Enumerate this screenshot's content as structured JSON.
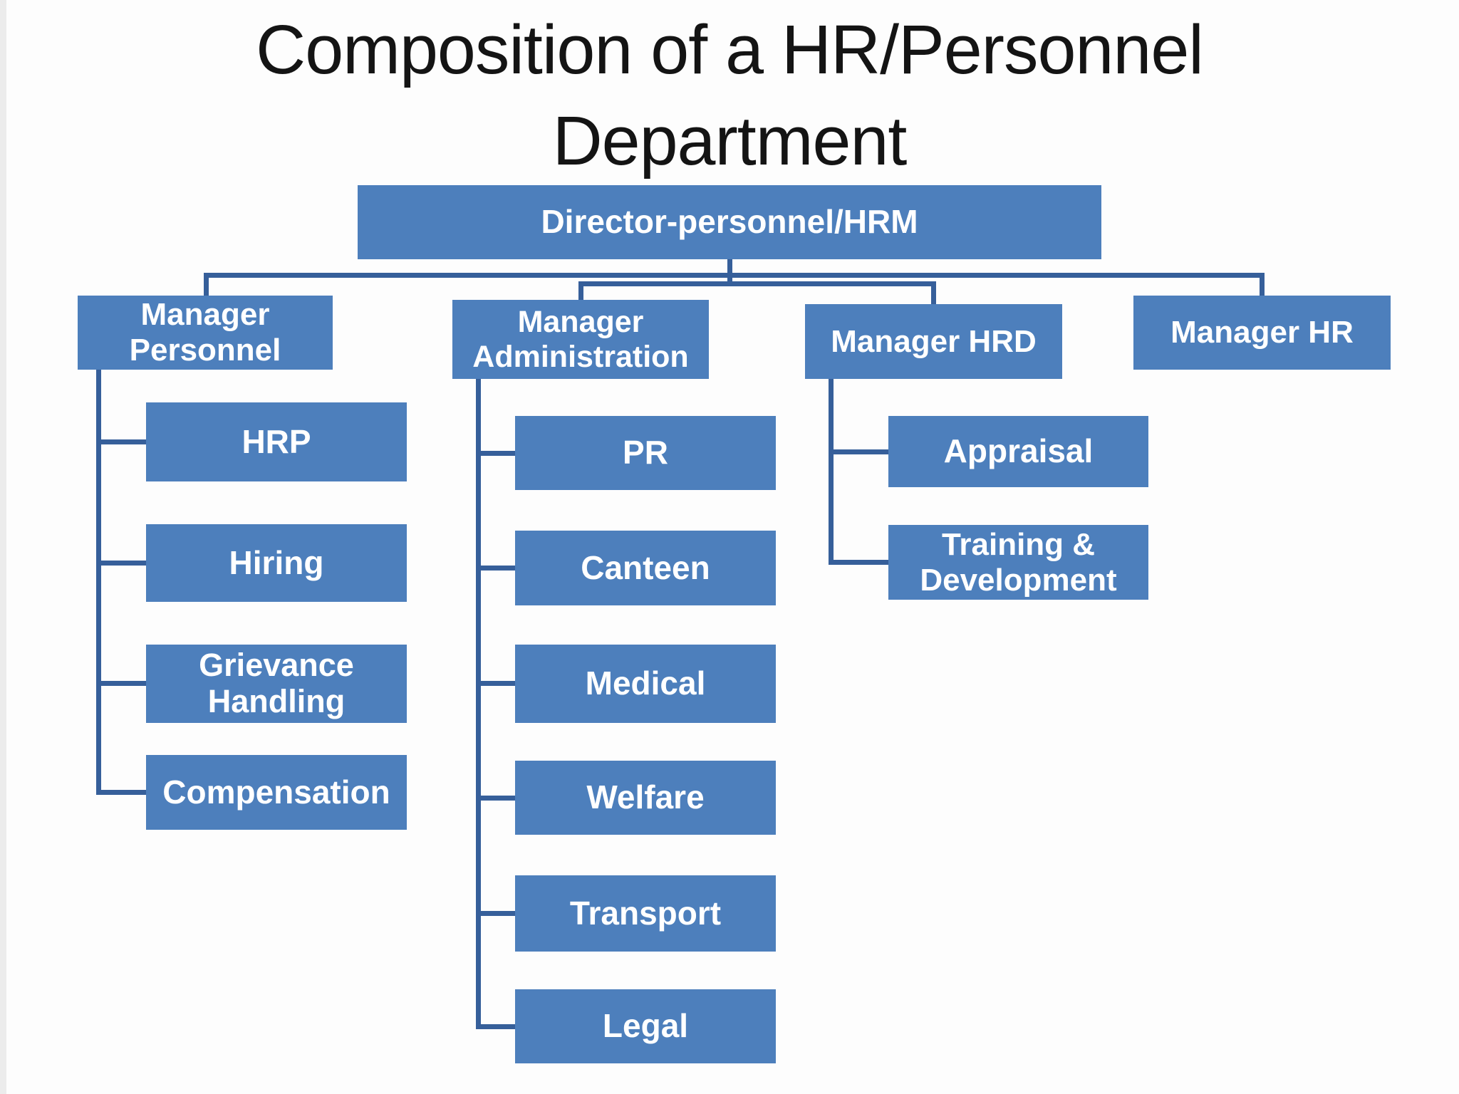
{
  "colors": {
    "background": "#fdfdfd",
    "box_fill": "#4d7fbc",
    "box_text": "#ffffff",
    "connector": "#365f9a",
    "title_text": "#141414"
  },
  "title": {
    "line1": "Composition of a HR/Personnel",
    "line2": "Department"
  },
  "org": {
    "director": {
      "label": "Director-personnel/HRM"
    },
    "managers": {
      "personnel": {
        "lines": [
          "Manager",
          "Personnel"
        ]
      },
      "administration": {
        "lines": [
          "Manager",
          "Administration"
        ]
      },
      "hrd": {
        "lines": [
          "Manager HRD"
        ]
      },
      "hr": {
        "lines": [
          "Manager HR"
        ]
      }
    },
    "children": {
      "personnel": [
        {
          "lines": [
            "HRP"
          ]
        },
        {
          "lines": [
            "Hiring"
          ]
        },
        {
          "lines": [
            "Grievance",
            "Handling"
          ]
        },
        {
          "lines": [
            "Compensation"
          ]
        }
      ],
      "administration": [
        {
          "lines": [
            "PR"
          ]
        },
        {
          "lines": [
            "Canteen"
          ]
        },
        {
          "lines": [
            "Medical"
          ]
        },
        {
          "lines": [
            "Welfare"
          ]
        },
        {
          "lines": [
            "Transport"
          ]
        },
        {
          "lines": [
            "Legal"
          ]
        }
      ],
      "hrd": [
        {
          "lines": [
            "Appraisal"
          ]
        },
        {
          "lines": [
            "Training &",
            "Development"
          ]
        }
      ],
      "hr": []
    }
  }
}
